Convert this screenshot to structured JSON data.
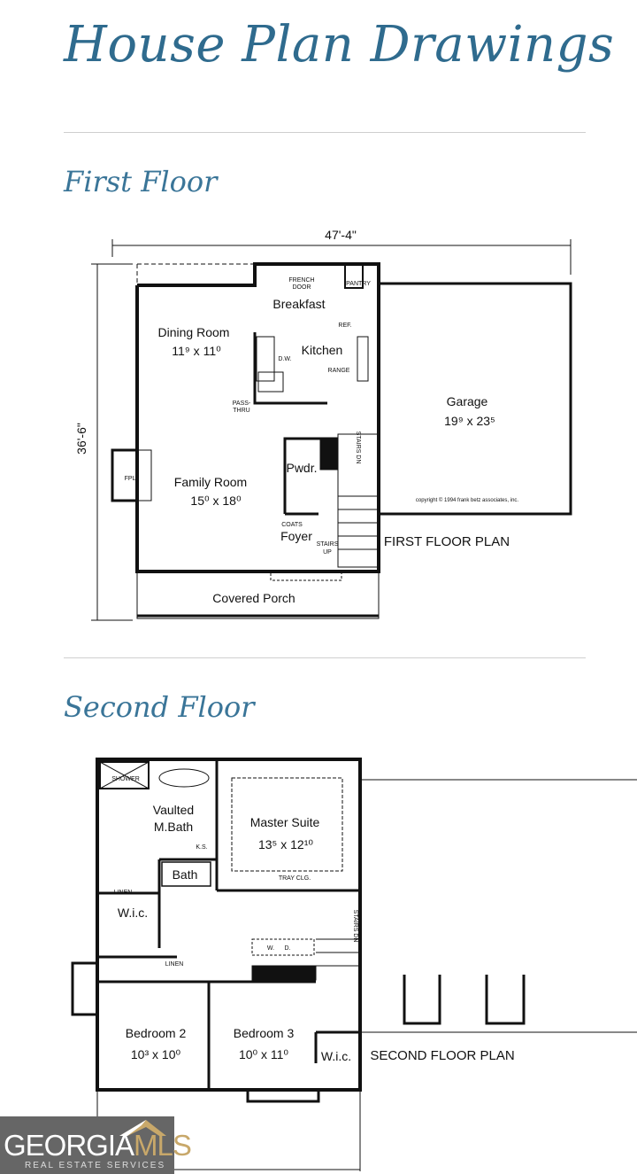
{
  "page": {
    "title": "House Plan Drawings"
  },
  "first_floor": {
    "heading": "First Floor",
    "width_dim": "47'-4\"",
    "depth_dim": "36'-6\"",
    "labels": {
      "french_door_1": "FRENCH",
      "french_door_2": "DOOR",
      "pantry": "PANTRY",
      "breakfast": "Breakfast",
      "ref": "REF.",
      "dining": "Dining Room",
      "dining_dim": "11⁹ x 11⁰",
      "kitchen": "Kitchen",
      "dw": "D.W.",
      "range": "RANGE",
      "pass_1": "PASS-",
      "pass_2": "THRU",
      "garage": "Garage",
      "garage_dim": "19⁹ x 23⁵",
      "fpl": "FPL.",
      "family": "Family Room",
      "family_dim": "15⁰ x 18⁰",
      "pwdr": "Pwdr.",
      "stairs_dn": "STAIRS DN",
      "copyright": "copyright © 1994 frank betz associates, inc.",
      "coats": "COATS",
      "foyer": "Foyer",
      "stairs_up_1": "STAIRS",
      "stairs_up_2": "UP",
      "plan_title": "FIRST FLOOR PLAN",
      "porch": "Covered Porch"
    }
  },
  "second_floor": {
    "heading": "Second Floor",
    "labels": {
      "shower": "SHOWER",
      "vaulted": "Vaulted",
      "mbath": "M.Bath",
      "master": "Master Suite",
      "master_dim": "13⁵ x 12¹⁰",
      "ks": "K.S.",
      "tray": "TRAY CLG.",
      "bath": "Bath",
      "linen1": "LINEN",
      "wic1": "W.i.c.",
      "stairs_dn": "STAIRS DN",
      "w": "W.",
      "d": "D.",
      "linen2": "LINEN",
      "bed2": "Bedroom 2",
      "bed2_dim": "10³ x 10⁰",
      "bed3": "Bedroom 3",
      "bed3_dim": "10⁰ x 11⁰",
      "wic2": "W.i.c.",
      "plan_title": "SECOND FLOOR PLAN"
    }
  },
  "watermark": {
    "brand_a": "GEORGIA",
    "brand_b": "MLS",
    "tagline": "REAL ESTATE SERVICES"
  },
  "colors": {
    "heading": "#2f6b8e",
    "logo_bg": "#666666",
    "logo_accent": "#c8a86a"
  }
}
